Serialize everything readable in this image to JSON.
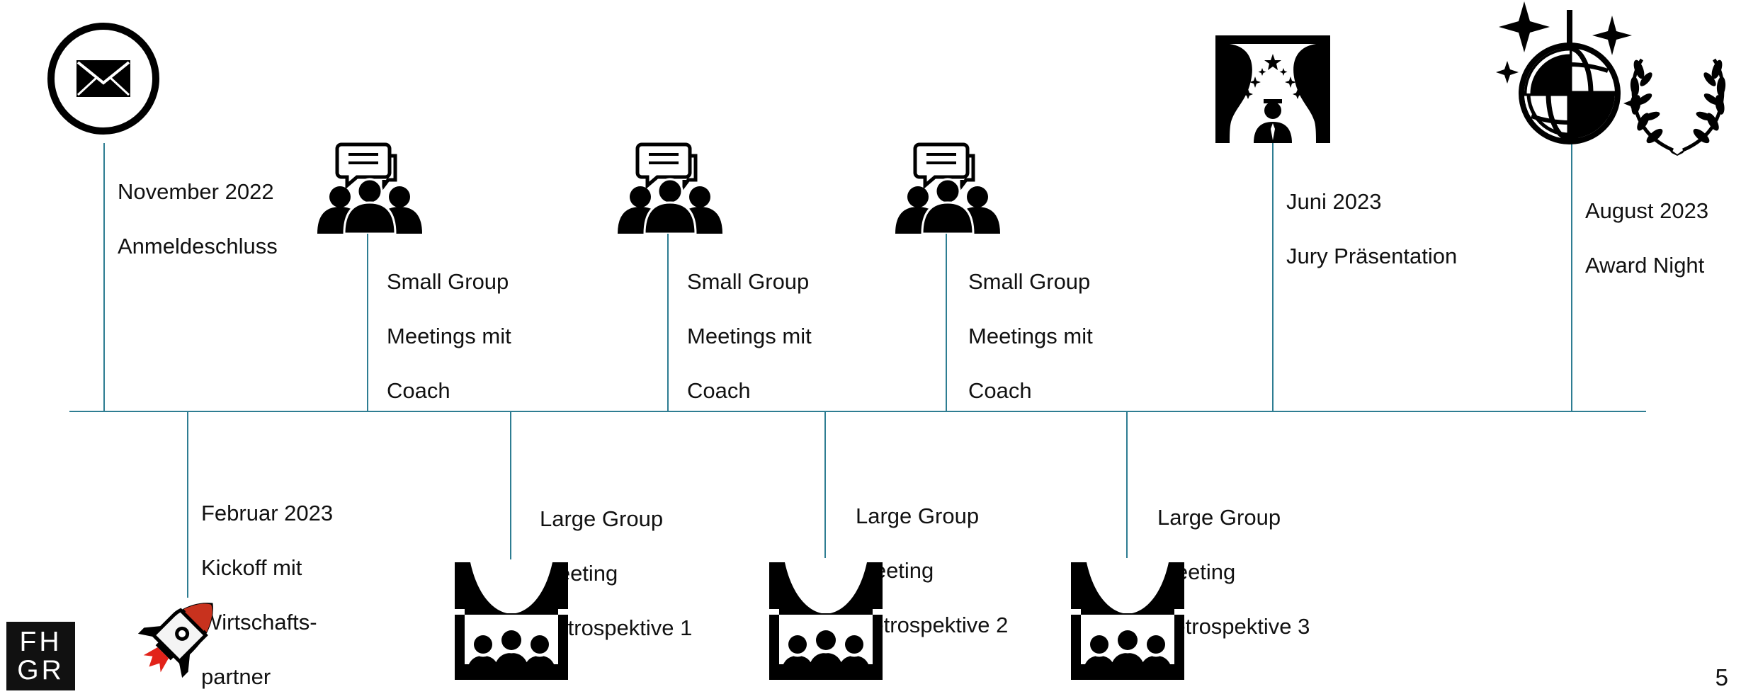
{
  "events_top": [
    {
      "line1": "November 2022",
      "line2": "Anmeldeschluss",
      "icon": "envelope-icon"
    },
    {
      "line1": "Small Group",
      "line2": "Meetings mit",
      "line3": "Coach",
      "icon": "group-chat-icon"
    },
    {
      "line1": "Small Group",
      "line2": "Meetings mit",
      "line3": "Coach",
      "icon": "group-chat-icon"
    },
    {
      "line1": "Small Group",
      "line2": "Meetings mit",
      "line3": "Coach",
      "icon": "group-chat-icon"
    },
    {
      "line1": "Juni 2023",
      "line2": "Jury Präsentation",
      "icon": "stage-presenter-icon"
    },
    {
      "line1": "August 2023",
      "line2": "Award Night",
      "icon": "disco-ball-laurel-icon"
    }
  ],
  "events_bottom": [
    {
      "line1": "Februar 2023",
      "line2": "Kickoff mit",
      "line3": "Wirtschafts-",
      "line4": "partner",
      "icon": "rocket-icon"
    },
    {
      "line1": "Large Group",
      "line2": "Meeting",
      "line3": "Retrospektive 1",
      "icon": "theater-audience-icon"
    },
    {
      "line1": "Large Group",
      "line2": "Meeting",
      "line3": "Retrospektive 2",
      "icon": "theater-audience-icon"
    },
    {
      "line1": "Large Group",
      "line2": "Meeting",
      "line3": "Retrospektive 3",
      "icon": "theater-audience-icon"
    }
  ],
  "logo": {
    "top": "FH",
    "bottom": "GR"
  },
  "page_number": "5",
  "colors": {
    "timeline": "#2e7d92",
    "rocket_body": "#c8321e",
    "rocket_flame": "#e2231a"
  }
}
